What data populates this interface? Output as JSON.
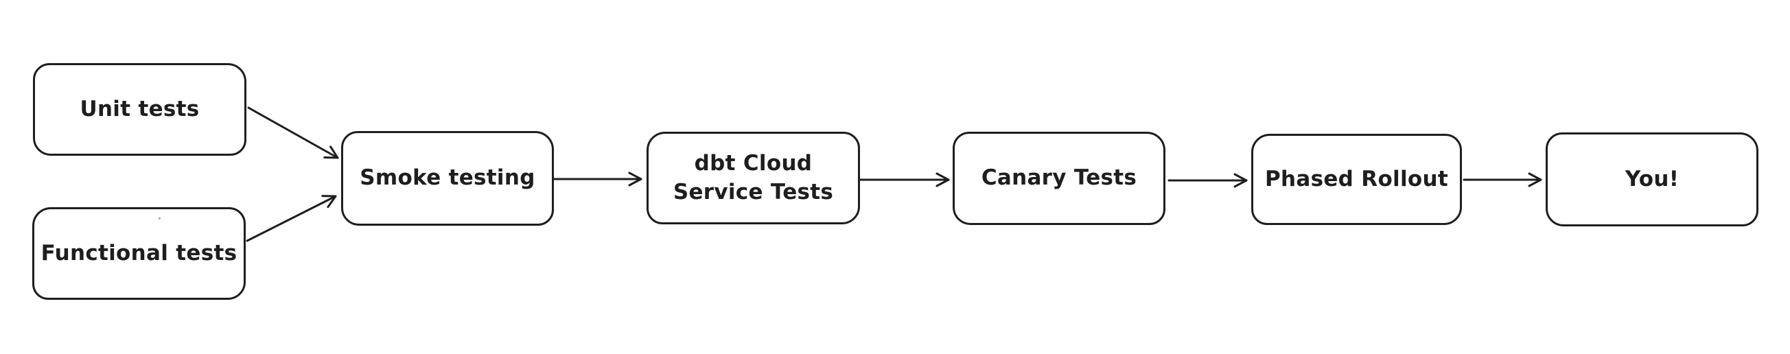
{
  "diagram": {
    "background_color": "#ffffff",
    "stroke_color": "#1e1e1e",
    "text_color": "#1e1e1e",
    "stray_mark_color": "#e03131",
    "nodes": [
      {
        "id": "unit-tests",
        "label": "Unit tests"
      },
      {
        "id": "functional-tests",
        "label": "Functional tests"
      },
      {
        "id": "smoke-testing",
        "label": "Smoke testing"
      },
      {
        "id": "dbt-cloud-service-tests",
        "label": "dbt Cloud\nService Tests"
      },
      {
        "id": "canary-tests",
        "label": "Canary Tests"
      },
      {
        "id": "phased-rollout",
        "label": "Phased Rollout"
      },
      {
        "id": "you",
        "label": "You!"
      }
    ],
    "edges": [
      {
        "from": "Unit tests",
        "to": "Smoke testing"
      },
      {
        "from": "Functional tests",
        "to": "Smoke testing"
      },
      {
        "from": "Smoke testing",
        "to": "dbt Cloud Service Tests"
      },
      {
        "from": "dbt Cloud Service Tests",
        "to": "Canary Tests"
      },
      {
        "from": "Canary Tests",
        "to": "Phased Rollout"
      },
      {
        "from": "Phased Rollout",
        "to": "You!"
      }
    ]
  }
}
